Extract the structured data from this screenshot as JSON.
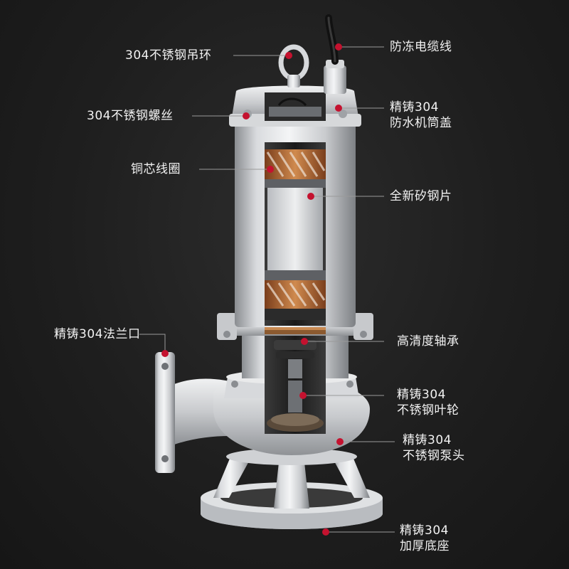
{
  "labels": {
    "lifting_ring": "304不锈钢吊环",
    "screws": "304不锈钢螺丝",
    "copper_coil": "铜芯线圈",
    "flange": "精铸304法兰口",
    "cable": "防冻电缆线",
    "cover_line1": "精铸304",
    "cover_line2": "防水机筒盖",
    "silicon_steel": "全新矽钢片",
    "bearing": "高清度轴承",
    "impeller_line1": "精铸304",
    "impeller_line2": "不锈钢叶轮",
    "pump_head_line1": "精铸304",
    "pump_head_line2": "不锈钢泵头",
    "base_line1": "精铸304",
    "base_line2": "加厚底座"
  },
  "colors": {
    "background": "#1e1e1e",
    "text": "#f2f2f2",
    "marker": "#c4122f",
    "leader_line": "#9a9a9a",
    "steel_light": "#e4e6e8",
    "steel_dark": "#8d9094",
    "copper": "#b8703a"
  },
  "icons": {
    "marker": "red-dot-marker"
  }
}
